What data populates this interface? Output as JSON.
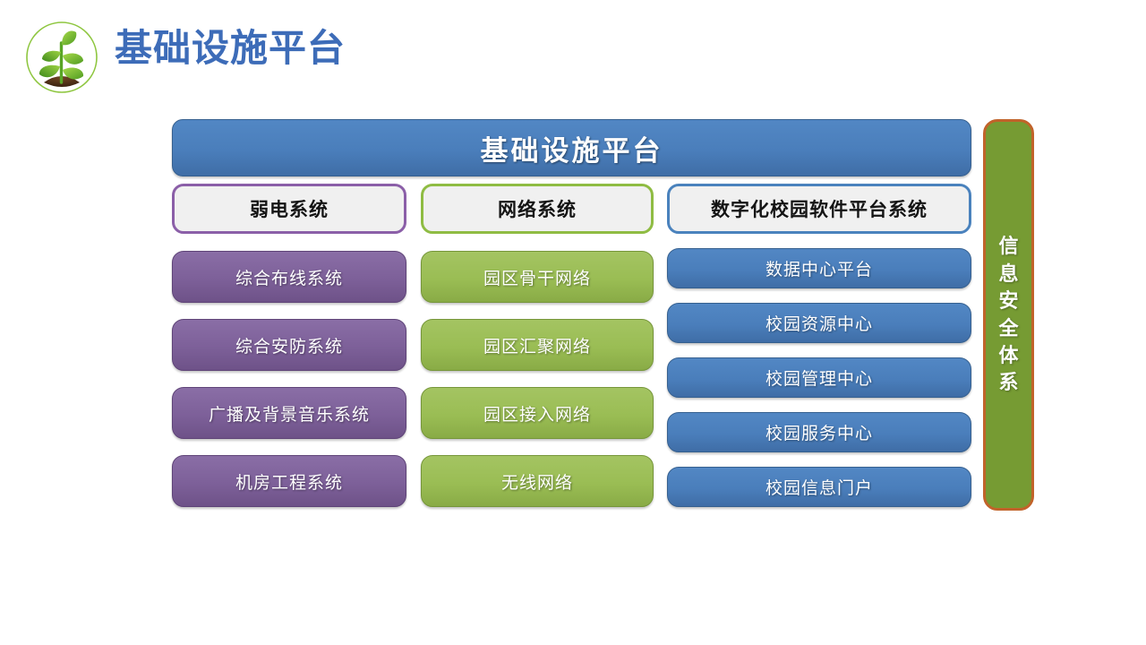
{
  "header": {
    "logo_icon": "seedling-sprout-logo",
    "title": "基础设施平台",
    "title_color": "#3d6cb8"
  },
  "diagram": {
    "banner": {
      "label": "基础设施平台",
      "color": "#4a7ebb"
    },
    "columns": [
      {
        "key": "weak-current",
        "header": "弱电系统",
        "accent": "#8b5fa8",
        "fill": "#7d6099",
        "items": [
          "综合布线系统",
          "综合安防系统",
          "广播及背景音乐系统",
          "机房工程系统"
        ]
      },
      {
        "key": "network",
        "header": "网络系统",
        "accent": "#8fbc43",
        "fill": "#9abd54",
        "items": [
          "园区骨干网络",
          "园区汇聚网络",
          "园区接入网络",
          "无线网络"
        ]
      },
      {
        "key": "digital-campus-software",
        "header": "数字化校园软件平台系统",
        "accent": "#4a82bd",
        "fill": "#4a7ebb",
        "items": [
          "数据中心平台",
          "校园资源中心",
          "校园管理中心",
          "校园服务中心",
          "校园信息门户"
        ]
      }
    ],
    "side_bar": {
      "label": "信息安全体系",
      "fill": "#769b33",
      "border": "#c1632a"
    }
  }
}
